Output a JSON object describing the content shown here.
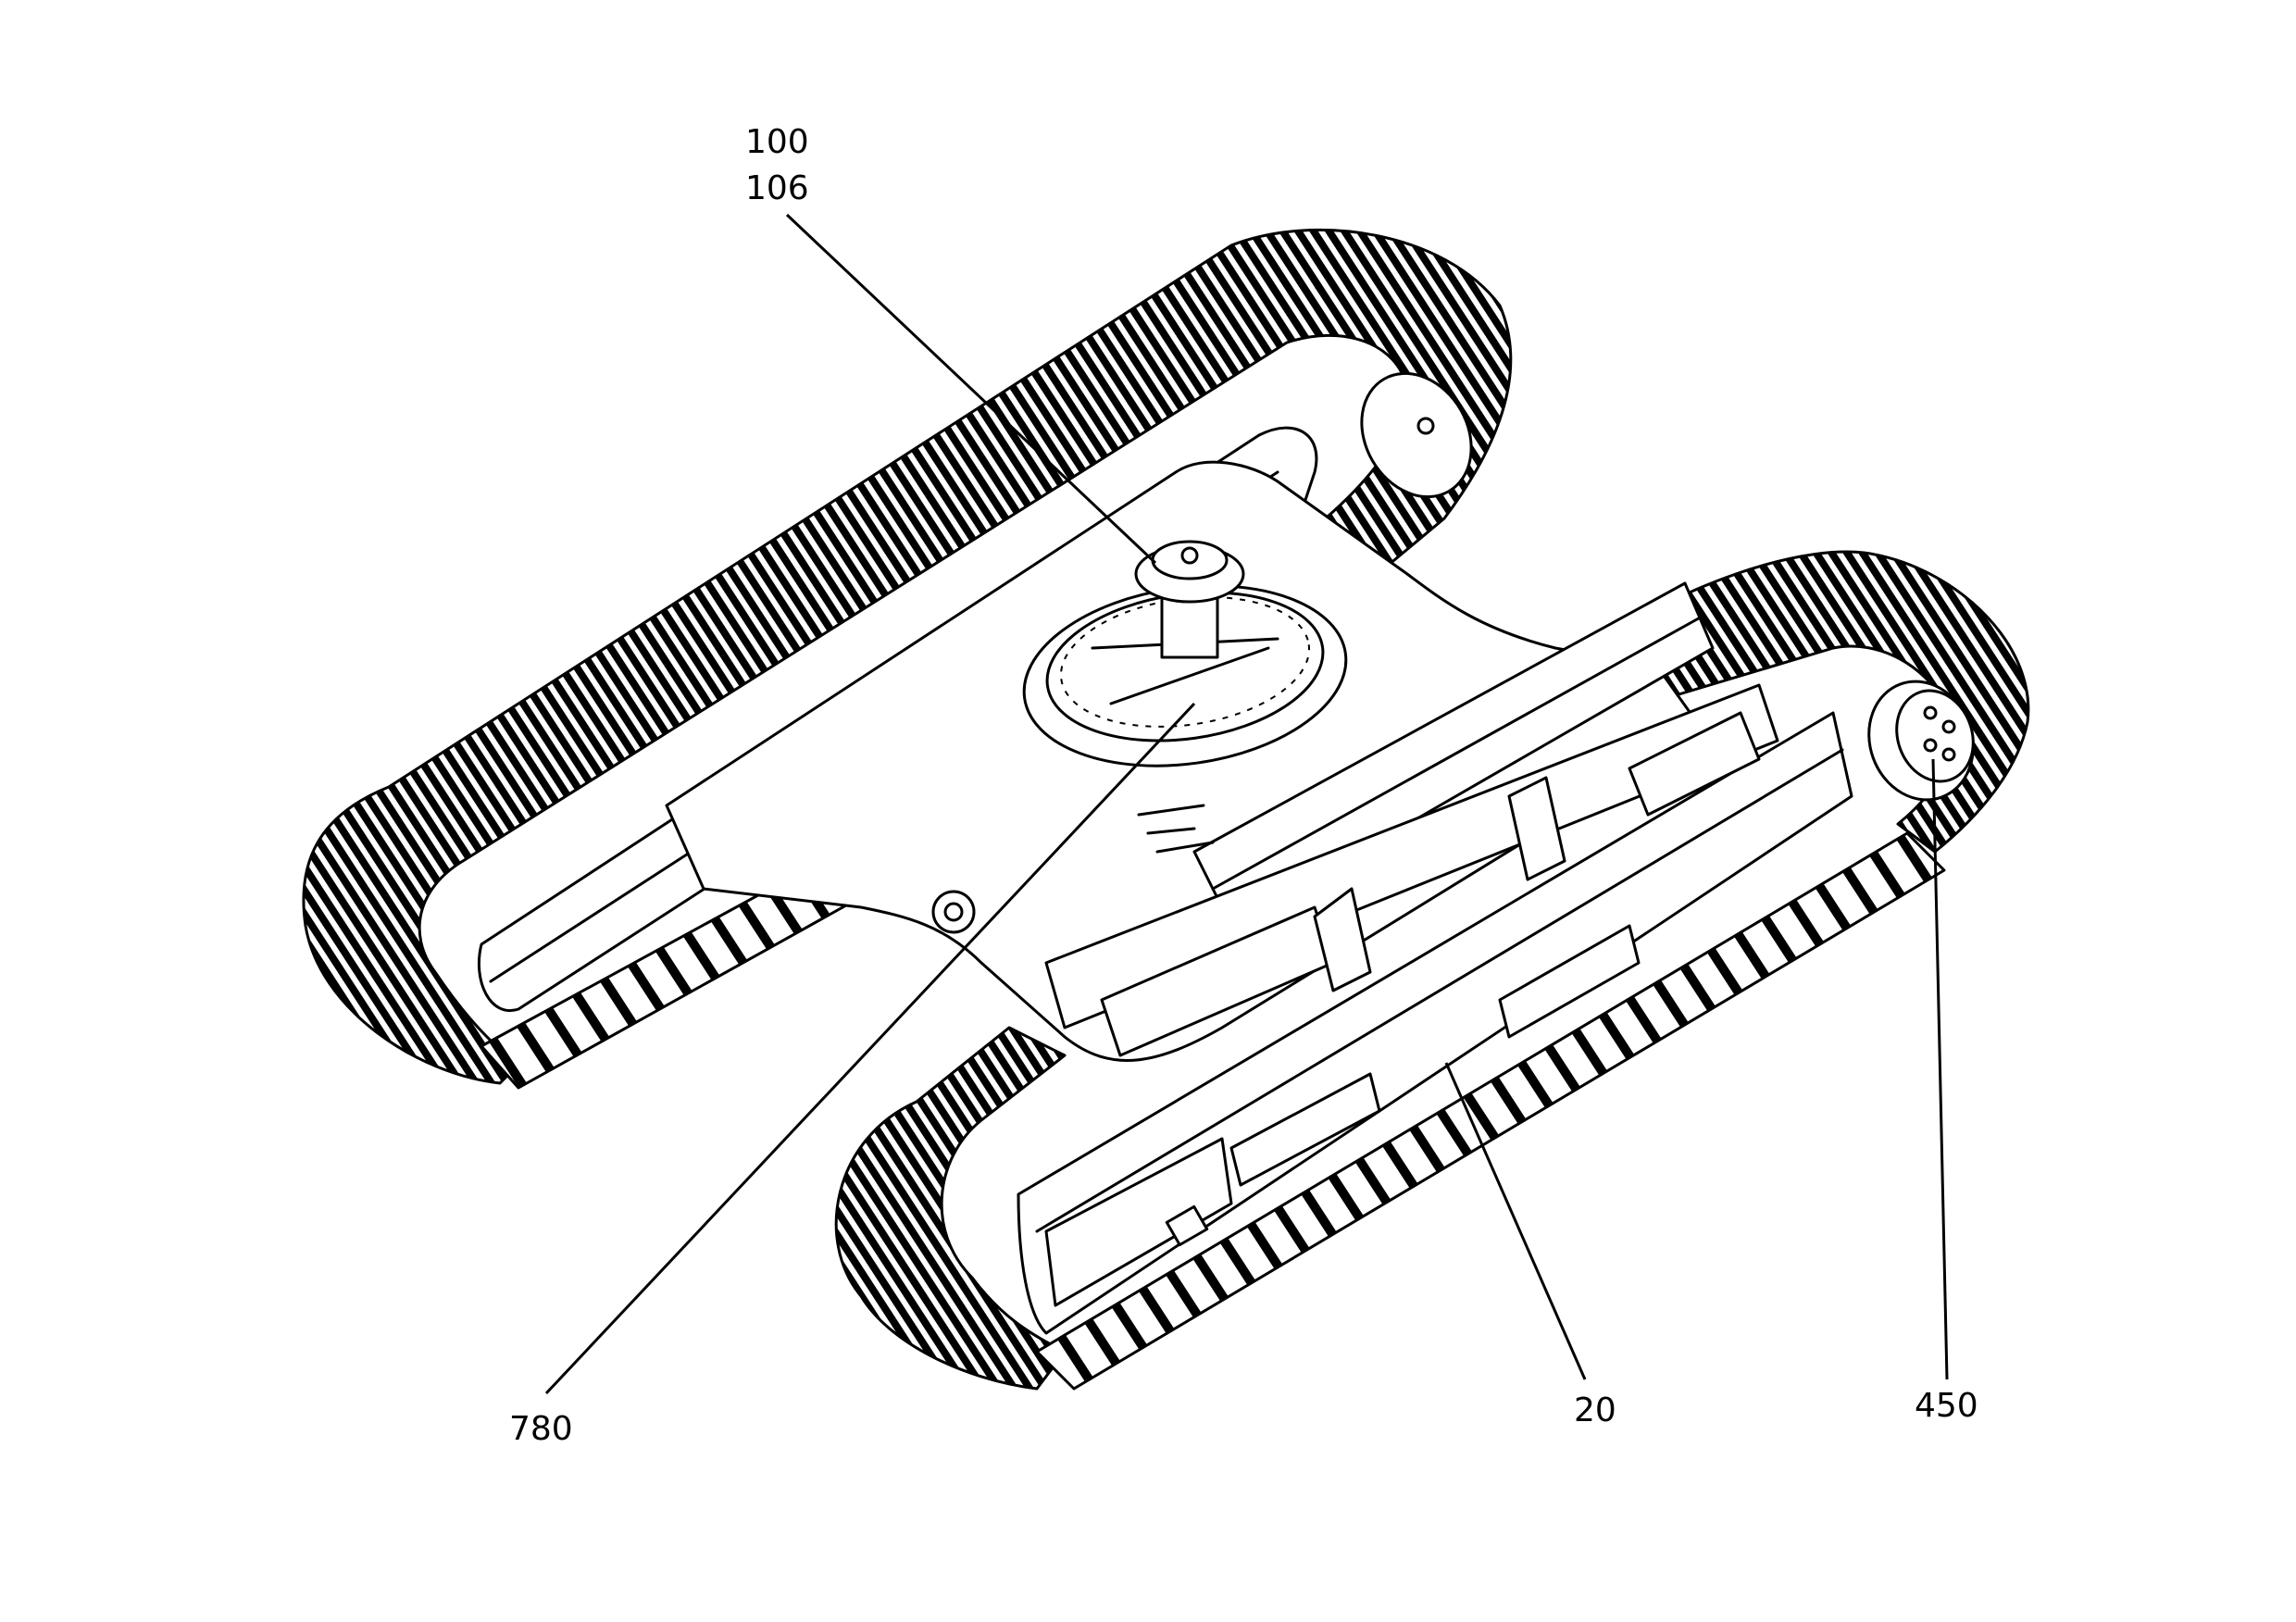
{
  "callouts": [
    {
      "id": "c100",
      "label": "100"
    },
    {
      "id": "c106",
      "label": "106"
    },
    {
      "id": "c780",
      "label": "780"
    },
    {
      "id": "c20",
      "label": "20"
    },
    {
      "id": "c450",
      "label": "450"
    }
  ]
}
